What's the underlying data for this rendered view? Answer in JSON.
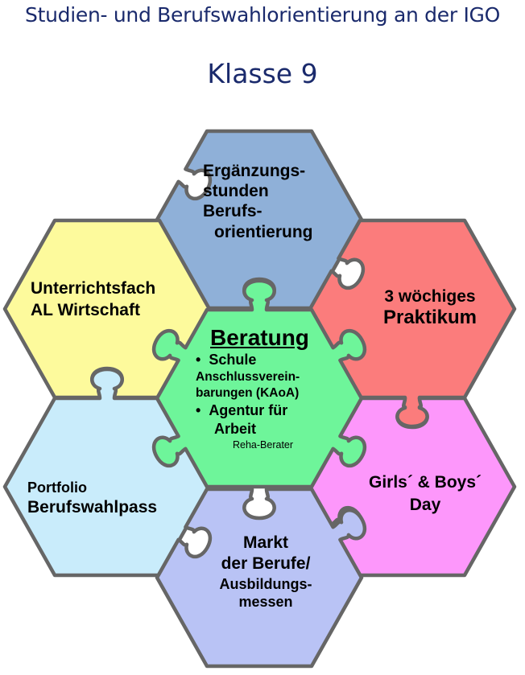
{
  "header": {
    "title": "Studien- und Berufswahlorientierung an der IGO",
    "subtitle": "Klasse 9"
  },
  "pieces": {
    "top": {
      "color": "#8fb0d8",
      "lines": [
        "Ergänzungs-",
        "stunden",
        "Berufs-",
        "orientierung"
      ]
    },
    "upper_left": {
      "color": "#fdfa9c",
      "lines": [
        "Unterrichtsfach",
        "AL Wirtschaft"
      ]
    },
    "upper_right": {
      "color": "#fb7c7c",
      "lines": [
        "3 wöchiges",
        "Praktikum"
      ]
    },
    "center": {
      "color": "#6ef59a",
      "heading": "Beratung",
      "bullets": [
        "Schule",
        "Agentur für"
      ],
      "lines": [
        "Anschlussverein-",
        "barungen (KAoA)",
        "Arbeit"
      ],
      "note": "Reha-Berater"
    },
    "lower_left": {
      "color": "#c9ecfb",
      "lines": [
        "Portfolio",
        "Berufswahlpass"
      ]
    },
    "lower_right": {
      "color": "#fd97fb",
      "lines": [
        "Girls´ & Boys´",
        "Day"
      ]
    },
    "bottom": {
      "color": "#b9c3f5",
      "lines": [
        "Markt",
        "der Berufe/",
        "Ausbildungs-",
        "messen"
      ]
    }
  },
  "outline_color": "#666666",
  "text_color": "#000000",
  "title_color": "#1a2a6c"
}
